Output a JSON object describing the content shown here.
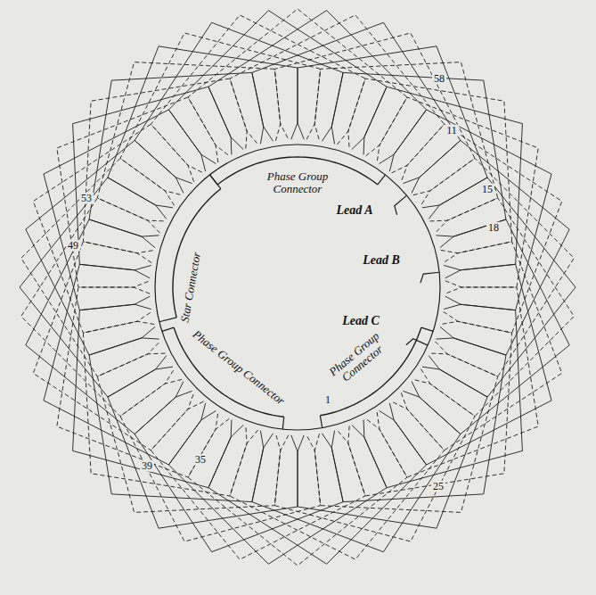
{
  "diagram": {
    "labels": [
      "Phase Group Connector",
      "Lead A",
      "Lead B",
      "Lead C",
      "Phase Group Connector",
      "Star Connector",
      "Phase Group Connector",
      "1",
      "53",
      "58",
      "11",
      "49",
      "15",
      "18",
      "39",
      "35",
      "25"
    ]
  }
}
